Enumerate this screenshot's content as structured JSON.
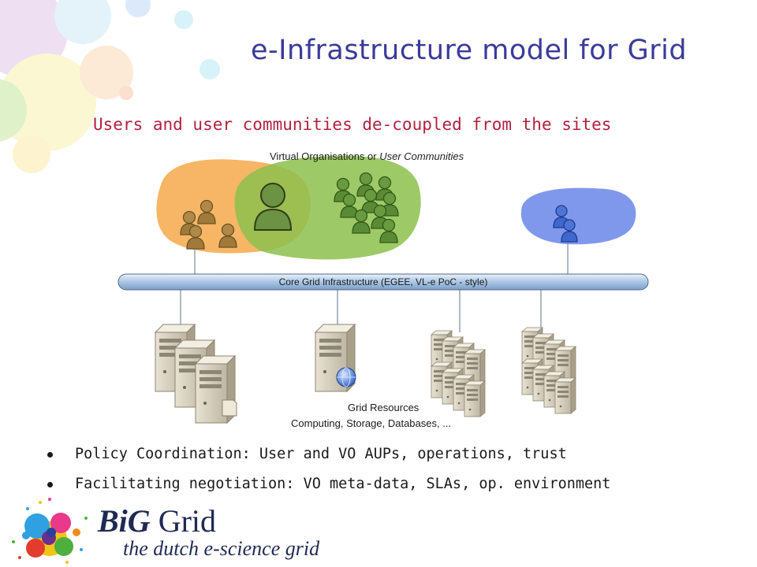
{
  "slide": {
    "title": "e-Infrastructure model for Grid",
    "subtitle": "Users and user communities de-coupled from the sites"
  },
  "diagram": {
    "vo_label": "Virtual Organisations or User Communities",
    "vo_label_plain": "Virtual Organisations or ",
    "vo_label_italic": "User Communities",
    "infrastructure_label": "Core Grid Infrastructure (EGEE, VL-e PoC - style)",
    "resources_label_line1": "Grid Resources",
    "resources_label_line2": "Computing, Storage, Databases, ...",
    "colors": {
      "orange_community": "#f5a94a",
      "green_community": "#8dc04c",
      "blue_community": "#6a86e8",
      "bar": "#aac6e4"
    },
    "icons": [
      "user-group-icon",
      "user-icon",
      "server-icon",
      "globe-icon",
      "server-rack-icon"
    ]
  },
  "bullets": [
    "Policy Coordination: User and VO AUPs, operations, trust",
    "Facilitating negotiation: VO meta-data, SLAs, op. environment"
  ],
  "logo": {
    "brand_bold": "BiG",
    "brand_rest": " Grid",
    "tagline": "the dutch e-science grid"
  }
}
